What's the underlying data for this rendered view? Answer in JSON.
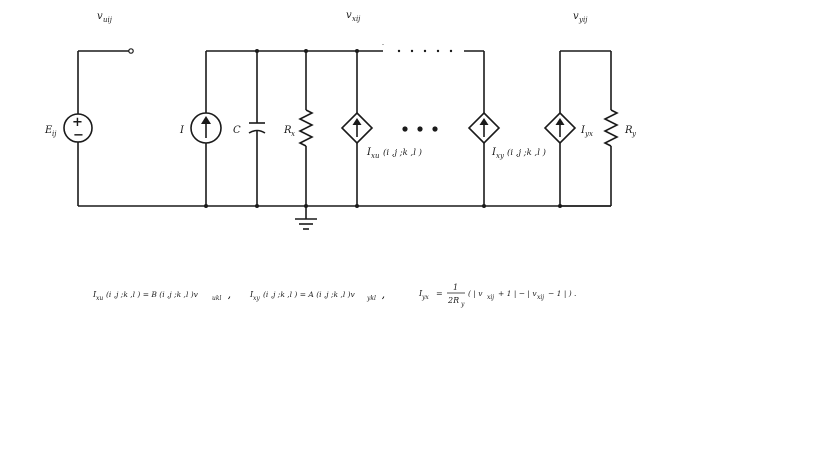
{
  "labels": {
    "v_input": "v",
    "v_input_sub": "uij",
    "v_state": "v",
    "v_state_sub": "xij",
    "v_output": "v",
    "v_output_sub": "yij",
    "source_E": "E",
    "source_E_sub": "ij",
    "current_I": "I",
    "capacitor_C": "C",
    "resistor_Rx": "R",
    "resistor_Rx_sub": "x",
    "dep_source_Ixu": "I",
    "dep_source_Ixu_sub": "xu",
    "dep_source_Ixu_args": "(i ,j ;k ,l )",
    "dep_source_Ixy": "I",
    "dep_source_Ixy_sub": "xy",
    "dep_source_Ixy_args": "(i ,j ;k ,l )",
    "dep_source_Iyx": "I",
    "dep_source_Iyx_sub": "yx",
    "resistor_Ry": "R",
    "resistor_Ry_sub": "y"
  },
  "equations": {
    "eq1": "Iₓᵤ (i ,j ;k ,l ) = B (i ,j ;k ,l )vᵤₖₗ  ,",
    "eq1_lhs": "I",
    "eq1_lhs_sub": "xu",
    "eq1_body": "(i ,j ;k ,l ) = B (i ,j ;k ,l )v",
    "eq1_v_sub": "ukl",
    "eq2_lhs": "I",
    "eq2_lhs_sub": "xy",
    "eq2_body": "(i ,j ;k ,l ) = A (i ,j ;k ,l )v",
    "eq2_v_sub": "ykl",
    "eq3_lhs": "I",
    "eq3_lhs_sub": "yx",
    "eq3_eq": "=",
    "eq3_num": "1",
    "eq3_den": "2R",
    "eq3_den_sub": "y",
    "eq3_body1": "( | v",
    "eq3_body1_sub": "xij",
    "eq3_body2": " + 1 | − | v",
    "eq3_body2_sub": "xij",
    "eq3_body3": " − 1 | ) .",
    "comma": ","
  }
}
